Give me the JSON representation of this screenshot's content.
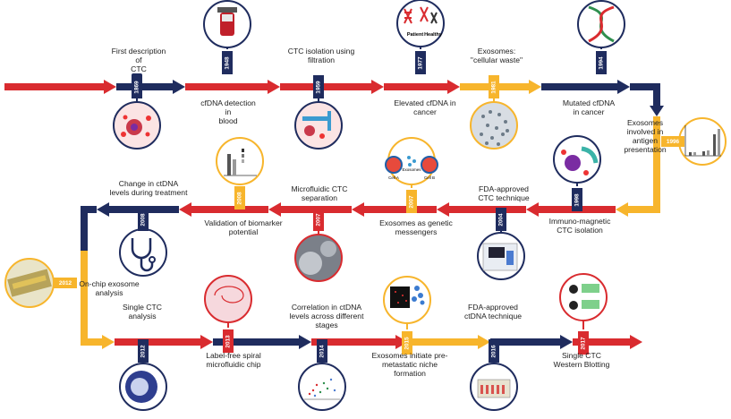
{
  "colors": {
    "red": "#d92b2f",
    "navy": "#1f2c5e",
    "gold": "#f7b52c",
    "ring_dark": "#1f2c5e",
    "circle_stroke": "#e8c23a"
  },
  "events": [
    {
      "year": "1869",
      "label": "First description of\nCTC"
    },
    {
      "year": "1948",
      "label": "cfDNA detection in\nblood"
    },
    {
      "year": "1959",
      "label": "CTC isolation using\nfiltration"
    },
    {
      "year": "1977",
      "label": "Elevated cfDNA in\ncancer"
    },
    {
      "year": "1981",
      "label": "Exosomes:\n\"cellular waste\""
    },
    {
      "year": "1994",
      "label": "Mutated cfDNA\nin cancer"
    },
    {
      "year": "1996",
      "label": "Exosomes\ninvolved in\nantigen\npresentation"
    },
    {
      "year": "1998",
      "label": "Immuno-magnetic\nCTC isolation"
    },
    {
      "year": "2004",
      "label": "FDA-approved\nCTC technique"
    },
    {
      "year": "2007",
      "label": "Exosomes as genetic\nmessengers"
    },
    {
      "year": "2007",
      "label": "Microfluidic CTC\nseparation"
    },
    {
      "year": "2008",
      "label": "Validation of biomarker\npotential"
    },
    {
      "year": "2008",
      "label": "Change in ctDNA\nlevels during treatment"
    },
    {
      "year": "2012",
      "label": "On-chip exosome\nanalysis"
    },
    {
      "year": "2012",
      "label": "Single CTC\nanalysis"
    },
    {
      "year": "2013",
      "label": "Label-free spiral\nmicrofluidic chip"
    },
    {
      "year": "2014",
      "label": "Correlation in ctDNA\nlevels across different\nstages"
    },
    {
      "year": "2015",
      "label": "Exosomes initiate pre-\nmetastatic niche\nformation"
    },
    {
      "year": "2016",
      "label": "FDA-approved\nctDNA technique"
    },
    {
      "year": "2017",
      "label": "Single CTC\nWestern Blotting"
    }
  ],
  "image_text": {
    "patient": "Patient",
    "healthy": "Healthy",
    "exosomes": "Exosomes",
    "cell_a": "Cell A",
    "cell_b": "Cell B"
  }
}
